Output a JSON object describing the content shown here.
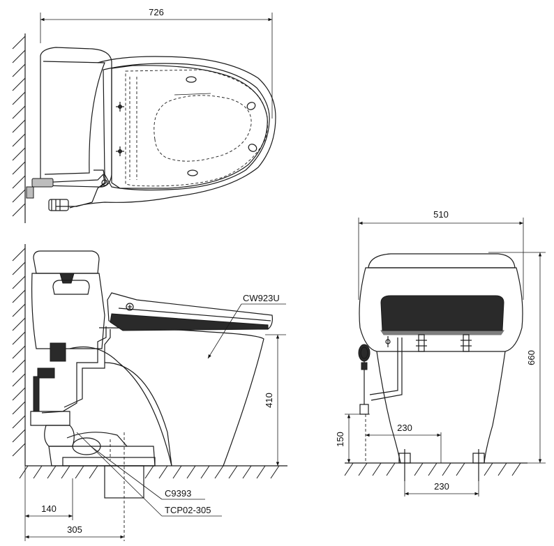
{
  "dimensions": {
    "overall_length": "726",
    "overall_width": "510",
    "overall_height": "660",
    "seat_height": "410",
    "wall_to_supply": "140",
    "rough_in": "305",
    "supply_height": "150",
    "supply_offset": "230",
    "bolt_spacing": "230"
  },
  "labels": {
    "seat_model": "CW923U",
    "component_1": "C9393",
    "component_2": "TCP02-305"
  }
}
